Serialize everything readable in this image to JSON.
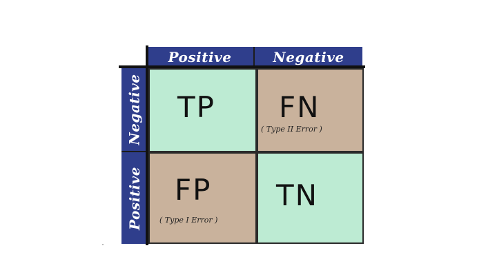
{
  "matrix": {
    "top_headers": [
      "Positive",
      "Negative"
    ],
    "side_headers": [
      "Negative",
      "Positive"
    ],
    "cells": {
      "tp": {
        "label": "TP"
      },
      "fn": {
        "label": "FN",
        "note": "( Type II Error )"
      },
      "fp": {
        "label": "FP",
        "note": "( Type I Error )"
      },
      "tn": {
        "label": "TN"
      }
    }
  },
  "colors": {
    "header": "#2f3e8c",
    "correct_cell": "#bdebd3",
    "error_cell": "#c9b29c"
  }
}
